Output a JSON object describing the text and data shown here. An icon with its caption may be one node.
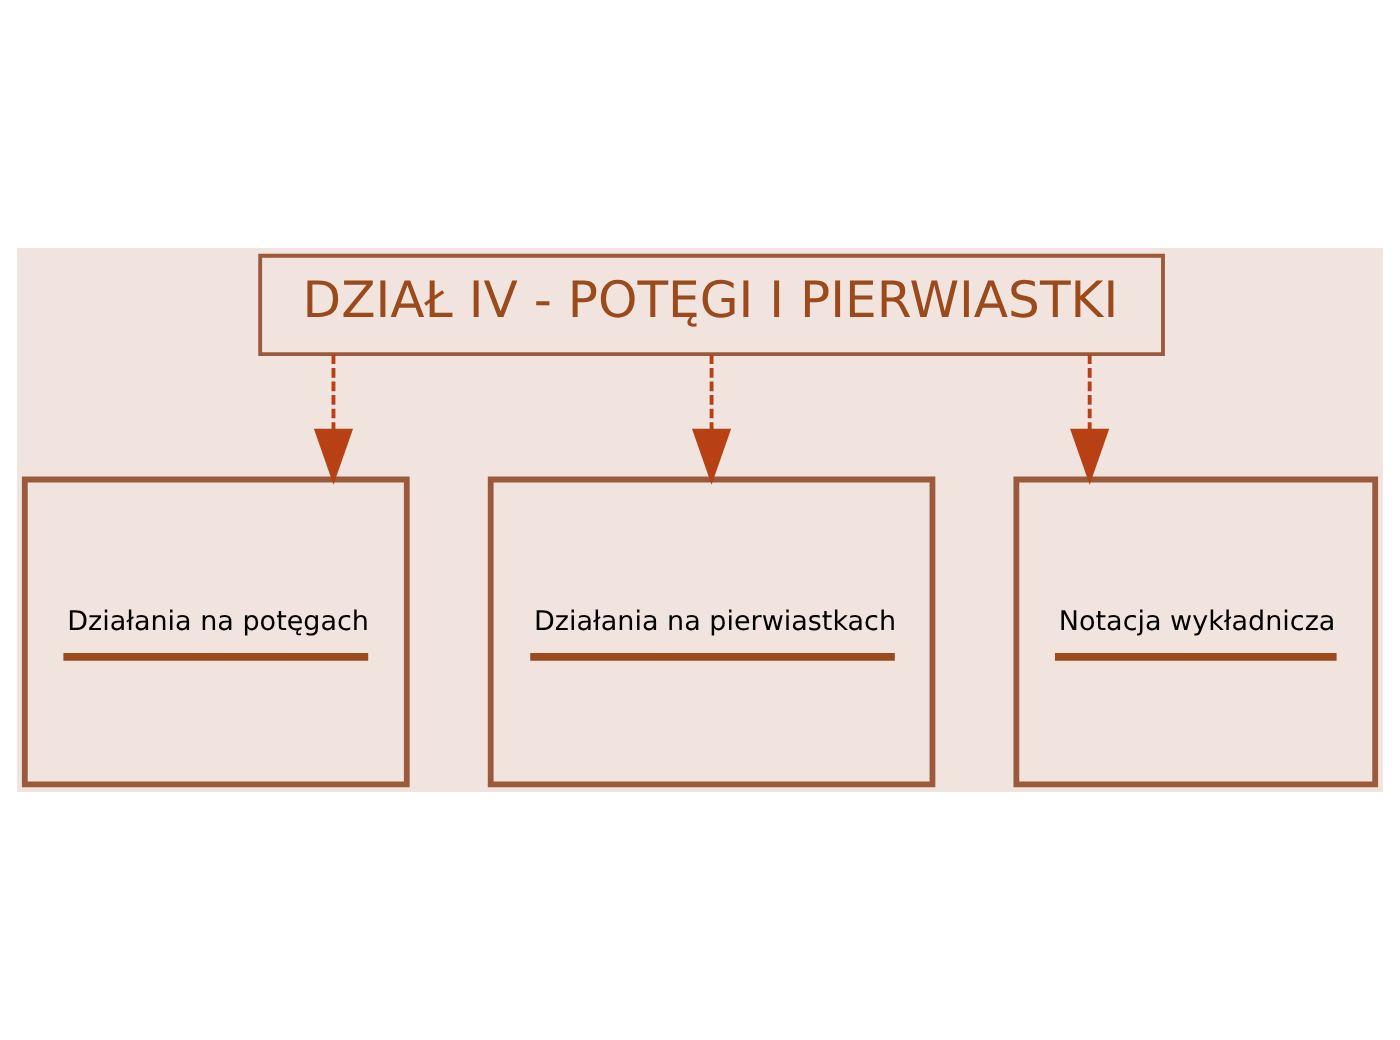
{
  "diagram": {
    "nodes": [
      {
        "text": [
          "DZIAŁ IV - POTĘGI I PIERWIASTKI"
        ]
      },
      {
        "text": [
          "Działania na potęgach"
        ]
      },
      {
        "text": [
          "Działania na pierwiastkach"
        ]
      },
      {
        "text": [
          "Notacja wykładnicza"
        ]
      }
    ],
    "edges": [
      {
        "from": 0,
        "to": 1,
        "arrow": "to",
        "style": "dashed"
      },
      {
        "from": 0,
        "to": 2,
        "arrow": "to",
        "style": "dashed"
      },
      {
        "from": 0,
        "to": 3,
        "arrow": "to",
        "style": "dashed"
      }
    ]
  }
}
